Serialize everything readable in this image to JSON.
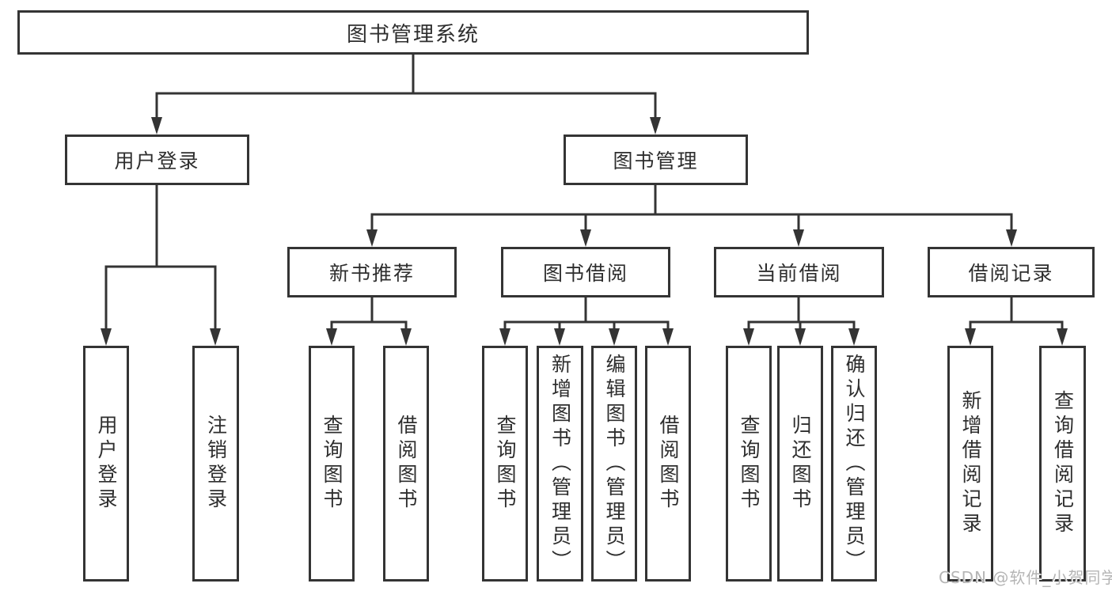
{
  "tree": {
    "root": {
      "label": "图书管理系统"
    },
    "branches": [
      {
        "label": "用户登录",
        "leaves": [
          {
            "label": "用户登录"
          },
          {
            "label": "注销登录"
          }
        ]
      },
      {
        "label": "图书管理",
        "groups": [
          {
            "label": "新书推荐",
            "leaves": [
              {
                "label": "查询图书"
              },
              {
                "label": "借阅图书"
              }
            ]
          },
          {
            "label": "图书借阅",
            "leaves": [
              {
                "label": "查询图书"
              },
              {
                "label": "新增图书（管理员）"
              },
              {
                "label": "编辑图书（管理员）"
              },
              {
                "label": "借阅图书"
              }
            ]
          },
          {
            "label": "当前借阅",
            "leaves": [
              {
                "label": "查询图书"
              },
              {
                "label": "归还图书"
              },
              {
                "label": "确认归还（管理员）"
              }
            ]
          },
          {
            "label": "借阅记录",
            "leaves": [
              {
                "label": "新增借阅记录"
              },
              {
                "label": "查询借阅记录"
              }
            ]
          }
        ]
      }
    ]
  },
  "watermark": "CSDN @软件_小贺同学",
  "colors": {
    "line": "#343434",
    "text": "#2e2e2e",
    "background": "#ffffff",
    "watermark_text": "#b5b5b5"
  }
}
